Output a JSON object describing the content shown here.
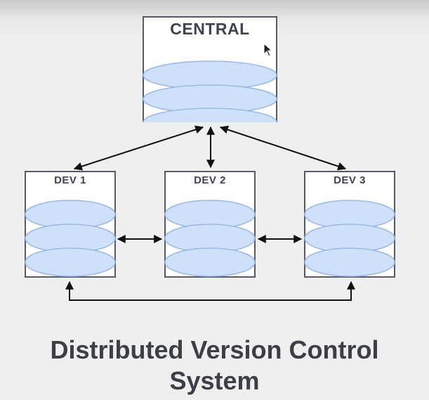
{
  "nodes": {
    "central": {
      "label": "CENTRAL"
    },
    "dev1": {
      "label": "DEV 1"
    },
    "dev2": {
      "label": "DEV 2"
    },
    "dev3": {
      "label": "DEV 3"
    }
  },
  "caption": {
    "line1": "Distributed Version Control",
    "line2": "System"
  },
  "colors": {
    "disk_fill": "#cfe0fb",
    "disk_stroke": "#9ab9e8",
    "box_border": "#555a66",
    "arrow": "#111111",
    "text": "#3b3f46"
  }
}
